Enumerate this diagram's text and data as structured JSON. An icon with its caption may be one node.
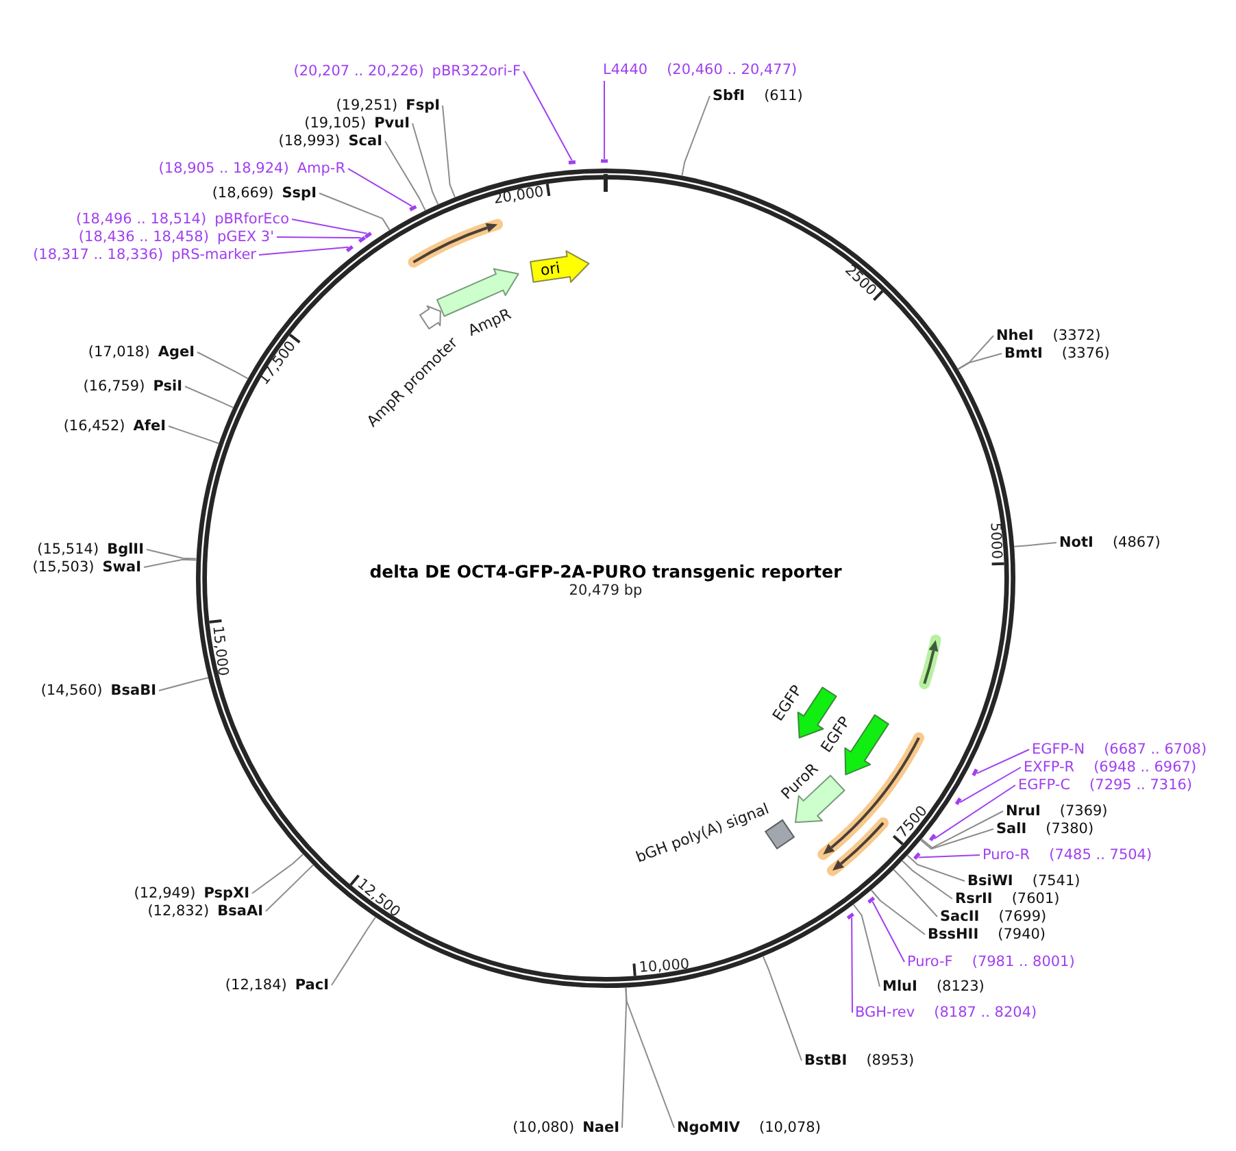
{
  "diagram": {
    "title": "delta DE OCT4-GFP-2A-PURO transgenic reporter",
    "nodes": [
      {
        "text": [],
        "shape": "circle"
      },
      {
        "text": [],
        "shape": "arrow",
        "in": 0
      },
      {
        "text": [
          "ori"
        ],
        "in": 0
      },
      {
        "text": [],
        "shape": "arrow",
        "beside": [
          "AmpR"
        ],
        "in": 0
      },
      {
        "text": [],
        "shape": "arrow",
        "beside": [
          "AmpR promoter"
        ],
        "in": 0
      },
      {
        "text": [],
        "shape": "arrow",
        "in": 0
      },
      {
        "text": [],
        "shape": "arrow",
        "beside": [
          "EGFP"
        ],
        "in": 0
      },
      {
        "text": [],
        "shape": "arrow",
        "beside": [
          "EGFP"
        ],
        "in": 0
      },
      {
        "text": [],
        "shape": "arrow",
        "in": 0
      },
      {
        "text": [],
        "shape": "arrow",
        "beside": [
          "PuroR"
        ],
        "in": 0
      },
      {
        "text": [],
        "shape": "box",
        "beside": [
          "bGH poly(A) signal"
        ],
        "in": 0
      },
      {
        "text": [],
        "shape": "arrow",
        "in": 0
      },
      {
        "text": [
          "(20,207 .. 20,226)",
          "pBR322ori-F"
        ]
      },
      {
        "text": [
          "L4440",
          "(20,460 .. 20,477)"
        ]
      },
      {
        "text": [
          "SbfI",
          "(611)"
        ]
      },
      {
        "text": [
          "(19,251)",
          "FspI"
        ]
      },
      {
        "text": [
          "(19,105)",
          "PvuI"
        ]
      },
      {
        "text": [
          "(18,993)",
          "ScaI"
        ]
      },
      {
        "text": [
          "(18,905 .. 18,924)",
          "Amp-R"
        ]
      },
      {
        "text": [
          "(18,669)",
          "SspI"
        ]
      },
      {
        "text": [
          "(18,496 .. 18,514)",
          "pBRforEco"
        ]
      },
      {
        "text": [
          "(18,436 .. 18,458)",
          "pGEX 3'"
        ]
      },
      {
        "text": [
          "(18,317 .. 18,336)",
          "pRS-marker"
        ]
      },
      {
        "text": [
          "NheI",
          "(3372)"
        ]
      },
      {
        "text": [
          "(17,018)",
          "AgeI"
        ]
      },
      {
        "text": [
          "BmtI",
          "(3376)"
        ]
      },
      {
        "text": [
          "(16,759)",
          "PsiI"
        ]
      },
      {
        "text": [
          "(16,452)",
          "AfeI"
        ]
      },
      {
        "text": [
          "NotI",
          "(4867)"
        ]
      },
      {
        "text": [
          "(15,514)",
          "BglII"
        ]
      },
      {
        "text": [
          "(15,503)",
          "SwaI"
        ]
      },
      {
        "text": [
          "(14,560)",
          "BsaBI"
        ]
      },
      {
        "text": [
          "EGFP-N",
          "(6687 .. 6708)"
        ]
      },
      {
        "text": [
          "EXFP-R",
          "(6948 .. 6967)"
        ]
      },
      {
        "text": [
          "EGFP-C",
          "(7295 .. 7316)"
        ]
      },
      {
        "text": [
          "NruI",
          "(7369)"
        ]
      },
      {
        "text": [
          "SalI",
          "(7380)"
        ]
      },
      {
        "text": [
          "Puro-R",
          "(7485 .. 7504)"
        ]
      },
      {
        "text": [
          "BsiWI",
          "(7541)"
        ]
      },
      {
        "text": [
          "(12,949)",
          "PspXI"
        ]
      },
      {
        "text": [
          "RsrII",
          "(7601)"
        ]
      },
      {
        "text": [
          "(12,832)",
          "BsaAI"
        ]
      },
      {
        "text": [
          "SacII",
          "(7699)"
        ]
      },
      {
        "text": [
          "BssHII",
          "(7940)"
        ]
      },
      {
        "text": [
          "Puro-F",
          "(7981 .. 8001)"
        ]
      },
      {
        "text": [
          "(12,184)",
          "PacI"
        ]
      },
      {
        "text": [
          "MluI",
          "(8123)"
        ]
      },
      {
        "text": [
          "BGH-rev",
          "(8187 .. 8204)"
        ]
      },
      {
        "text": [
          "BstBI",
          "(8953)"
        ]
      },
      {
        "text": [
          "(10,080)",
          "NaeI"
        ]
      },
      {
        "text": [
          "NgoMIV",
          "(10,078)"
        ]
      },
      {
        "text": [],
        "shape": "bar"
      },
      {
        "text": [],
        "shape": "bar"
      },
      {
        "text": [],
        "shape": "bar"
      },
      {
        "text": [],
        "shape": "bar"
      },
      {
        "text": [],
        "shape": "bar"
      },
      {
        "text": [],
        "shape": "bar"
      },
      {
        "text": [],
        "shape": "bar"
      },
      {
        "text": [],
        "shape": "bar"
      },
      {
        "text": [],
        "shape": "bar"
      },
      {
        "text": [],
        "shape": "bar"
      },
      {
        "text": [],
        "shape": "bar"
      },
      {
        "text": [],
        "shape": "bar"
      }
    ],
    "edges": [
      {
        "from": 12,
        "to": 51,
        "arrow": "none",
        "color": "#a040f0"
      },
      {
        "from": 13,
        "to": 52,
        "arrow": "none",
        "color": "#a040f0"
      },
      {
        "from": 14,
        "to": 0,
        "arrow": "none"
      },
      {
        "from": 15,
        "to": 0,
        "arrow": "none"
      },
      {
        "from": 16,
        "to": 0,
        "arrow": "none"
      },
      {
        "from": 17,
        "to": 0,
        "arrow": "none"
      },
      {
        "from": 18,
        "to": 53,
        "arrow": "none",
        "color": "#a040f0"
      },
      {
        "from": 19,
        "to": 0,
        "arrow": "none"
      },
      {
        "from": 20,
        "to": 54,
        "arrow": "none",
        "color": "#a040f0"
      },
      {
        "from": 21,
        "to": 55,
        "arrow": "none",
        "color": "#a040f0"
      },
      {
        "from": 22,
        "to": 56,
        "arrow": "none",
        "color": "#a040f0"
      },
      {
        "from": 23,
        "to": 0,
        "arrow": "none"
      },
      {
        "from": 24,
        "to": 0,
        "arrow": "none"
      },
      {
        "from": 25,
        "to": 0,
        "arrow": "none"
      },
      {
        "from": 26,
        "to": 0,
        "arrow": "none"
      },
      {
        "from": 27,
        "to": 0,
        "arrow": "none"
      },
      {
        "from": 28,
        "to": 0,
        "arrow": "none"
      },
      {
        "from": 29,
        "to": 0,
        "arrow": "none"
      },
      {
        "from": 30,
        "to": 0,
        "arrow": "none"
      },
      {
        "from": 31,
        "to": 0,
        "arrow": "none"
      },
      {
        "from": 32,
        "to": 57,
        "arrow": "none",
        "color": "#a040f0"
      },
      {
        "from": 33,
        "to": 58,
        "arrow": "none",
        "color": "#a040f0"
      },
      {
        "from": 34,
        "to": 59,
        "arrow": "none",
        "color": "#a040f0"
      },
      {
        "from": 35,
        "to": 0,
        "arrow": "none"
      },
      {
        "from": 36,
        "to": 0,
        "arrow": "none"
      },
      {
        "from": 37,
        "to": 60,
        "arrow": "none",
        "color": "#a040f0"
      },
      {
        "from": 38,
        "to": 0,
        "arrow": "none"
      },
      {
        "from": 39,
        "to": 0,
        "arrow": "none"
      },
      {
        "from": 40,
        "to": 0,
        "arrow": "none"
      },
      {
        "from": 41,
        "to": 0,
        "arrow": "none"
      },
      {
        "from": 42,
        "to": 0,
        "arrow": "none"
      },
      {
        "from": 43,
        "to": 0,
        "arrow": "none"
      },
      {
        "from": 44,
        "to": 61,
        "arrow": "none",
        "color": "#a040f0"
      },
      {
        "from": 45,
        "to": 0,
        "arrow": "none"
      },
      {
        "from": 46,
        "to": 0,
        "arrow": "none"
      },
      {
        "from": 47,
        "to": 62,
        "arrow": "none",
        "color": "#a040f0"
      },
      {
        "from": 48,
        "to": 0,
        "arrow": "none"
      },
      {
        "from": 49,
        "to": 0,
        "arrow": "none"
      },
      {
        "from": 50,
        "to": 0,
        "arrow": "none"
      }
    ],
    "labels": [
      "20,479 bp",
      "2500",
      "5000",
      "7500",
      "10,000",
      "12,500",
      "15,000",
      "17,500",
      "20,000"
    ]
  }
}
